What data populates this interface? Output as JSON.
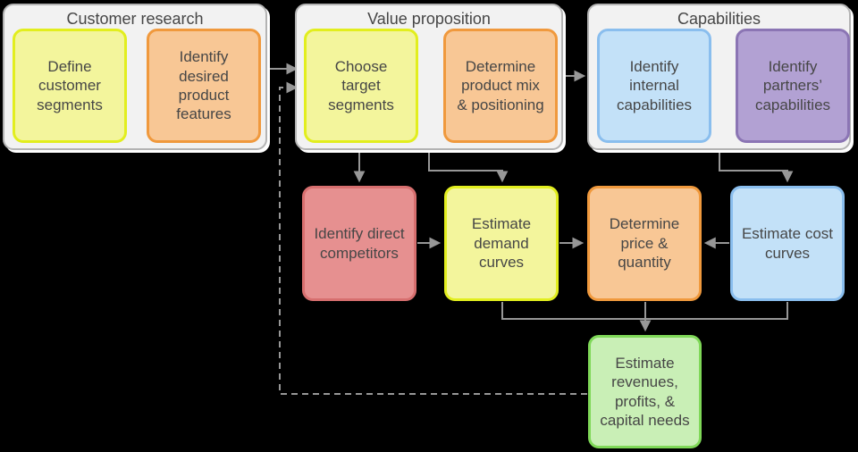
{
  "canvas": {
    "bg": "#000000",
    "line_color": "#979797",
    "text_color": "#464646"
  },
  "palette": {
    "yellow": {
      "fill": "#f3f59c",
      "border": "#e2ee1e"
    },
    "orange": {
      "fill": "#f8c795",
      "border": "#f0993d"
    },
    "blue": {
      "fill": "#c3e1f8",
      "border": "#8abeee"
    },
    "purple": {
      "fill": "#b2a1d3",
      "border": "#8b75b4"
    },
    "red": {
      "fill": "#e69090",
      "border": "#d76f6f"
    },
    "green": {
      "fill": "#c9efb6",
      "border": "#7fd858"
    }
  },
  "groups": [
    {
      "title": "Customer research",
      "boxes": [
        {
          "label": "Define\ncustomer\nsegments",
          "color": "yellow"
        },
        {
          "label": "Identify\ndesired\nproduct\nfeatures",
          "color": "orange"
        }
      ]
    },
    {
      "title": "Value proposition",
      "boxes": [
        {
          "label": "Choose\ntarget\nsegments",
          "color": "yellow"
        },
        {
          "label": "Determine\nproduct mix\n& positioning",
          "color": "orange"
        }
      ]
    },
    {
      "title": "Capabilities",
      "boxes": [
        {
          "label": "Identify\ninternal\ncapabilities",
          "color": "blue"
        },
        {
          "label": "Identify\npartners’\ncapabilities",
          "color": "purple"
        }
      ]
    }
  ],
  "nodes": [
    {
      "label": "Identify direct\ncompetitors",
      "color": "red"
    },
    {
      "label": "Estimate\ndemand\ncurves",
      "color": "yellow"
    },
    {
      "label": "Determine\nprice &\nquantity",
      "color": "orange"
    },
    {
      "label": "Estimate cost\ncurves",
      "color": "blue"
    },
    {
      "label": "Estimate\nrevenues,\nprofits, &\ncapital needs",
      "color": "green"
    }
  ]
}
